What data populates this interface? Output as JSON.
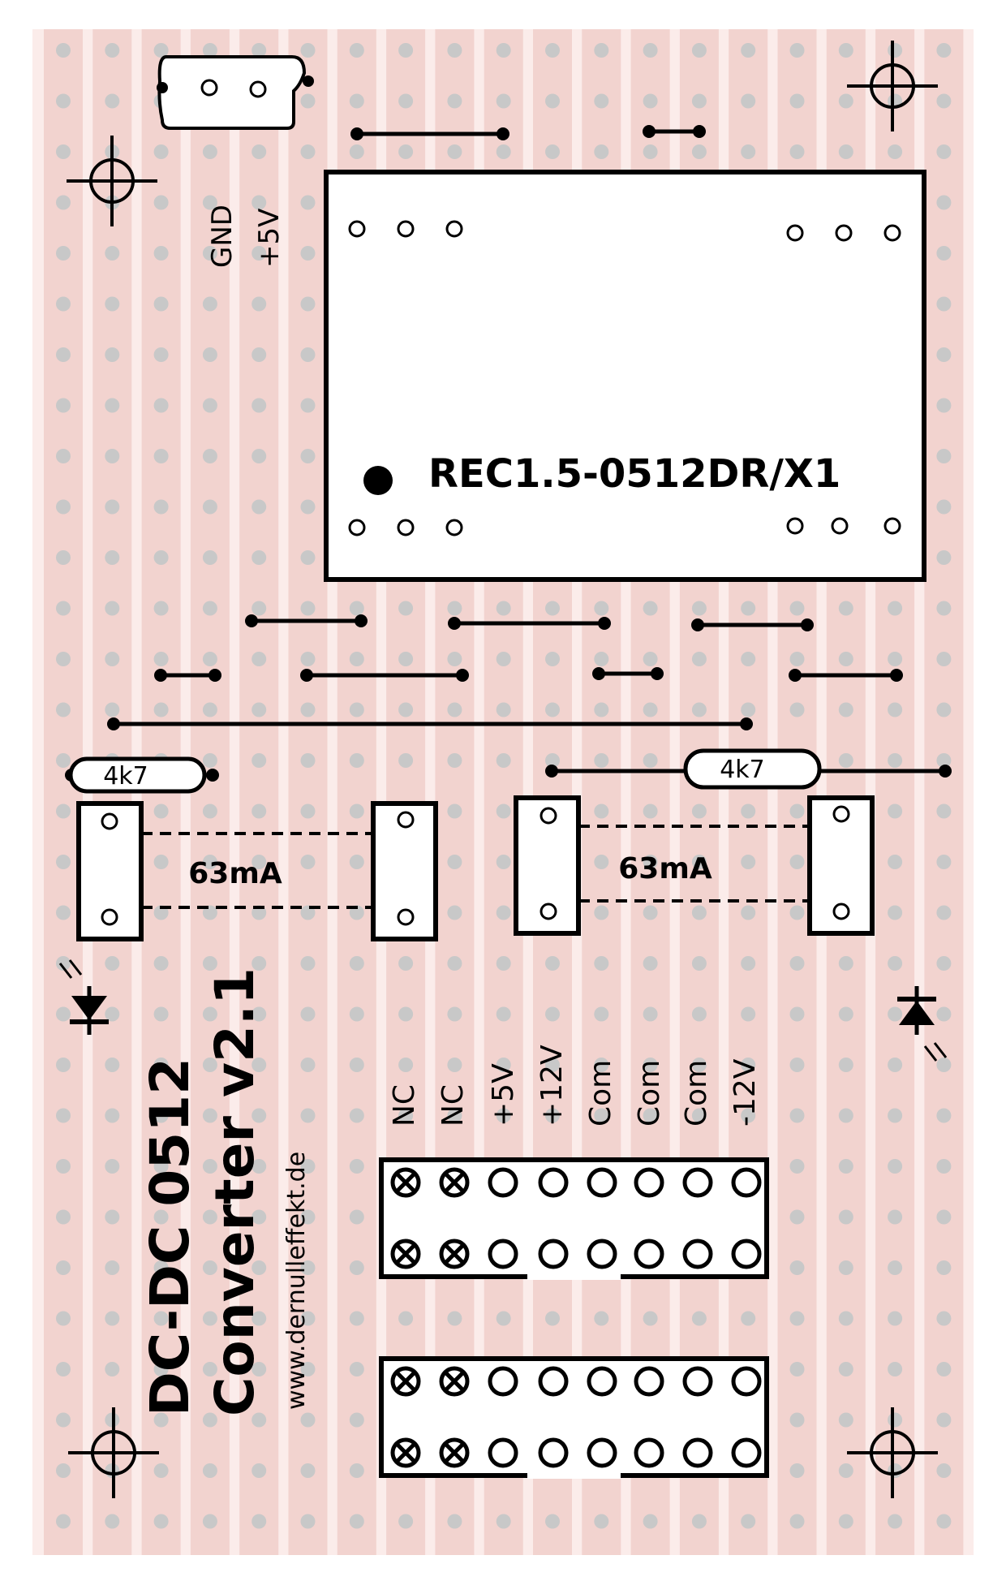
{
  "board": {
    "stripe_color": "#f2d3cf",
    "hole_color": "#c8c8c8",
    "line_color": "#000000"
  },
  "module": {
    "label": "REC1.5-0512DR/X1"
  },
  "power_input": {
    "gnd_label": "GND",
    "plus5v_label": "+5V"
  },
  "resistors": [
    {
      "label": "4k7"
    },
    {
      "label": "4k7"
    }
  ],
  "fuses": [
    {
      "label": "63mA"
    },
    {
      "label": "63mA"
    }
  ],
  "title": {
    "line1": "DC-DC 0512",
    "line2": "Converter v2.1",
    "url": "www.dernulleffekt.de"
  },
  "header_pins": [
    "NC",
    "NC",
    "+5V",
    "+12V",
    "Com",
    "Com",
    "Com",
    "-12V"
  ],
  "icons": {
    "led_left": "led-icon",
    "led_right": "led-icon",
    "mount": "crosshair-icon"
  }
}
